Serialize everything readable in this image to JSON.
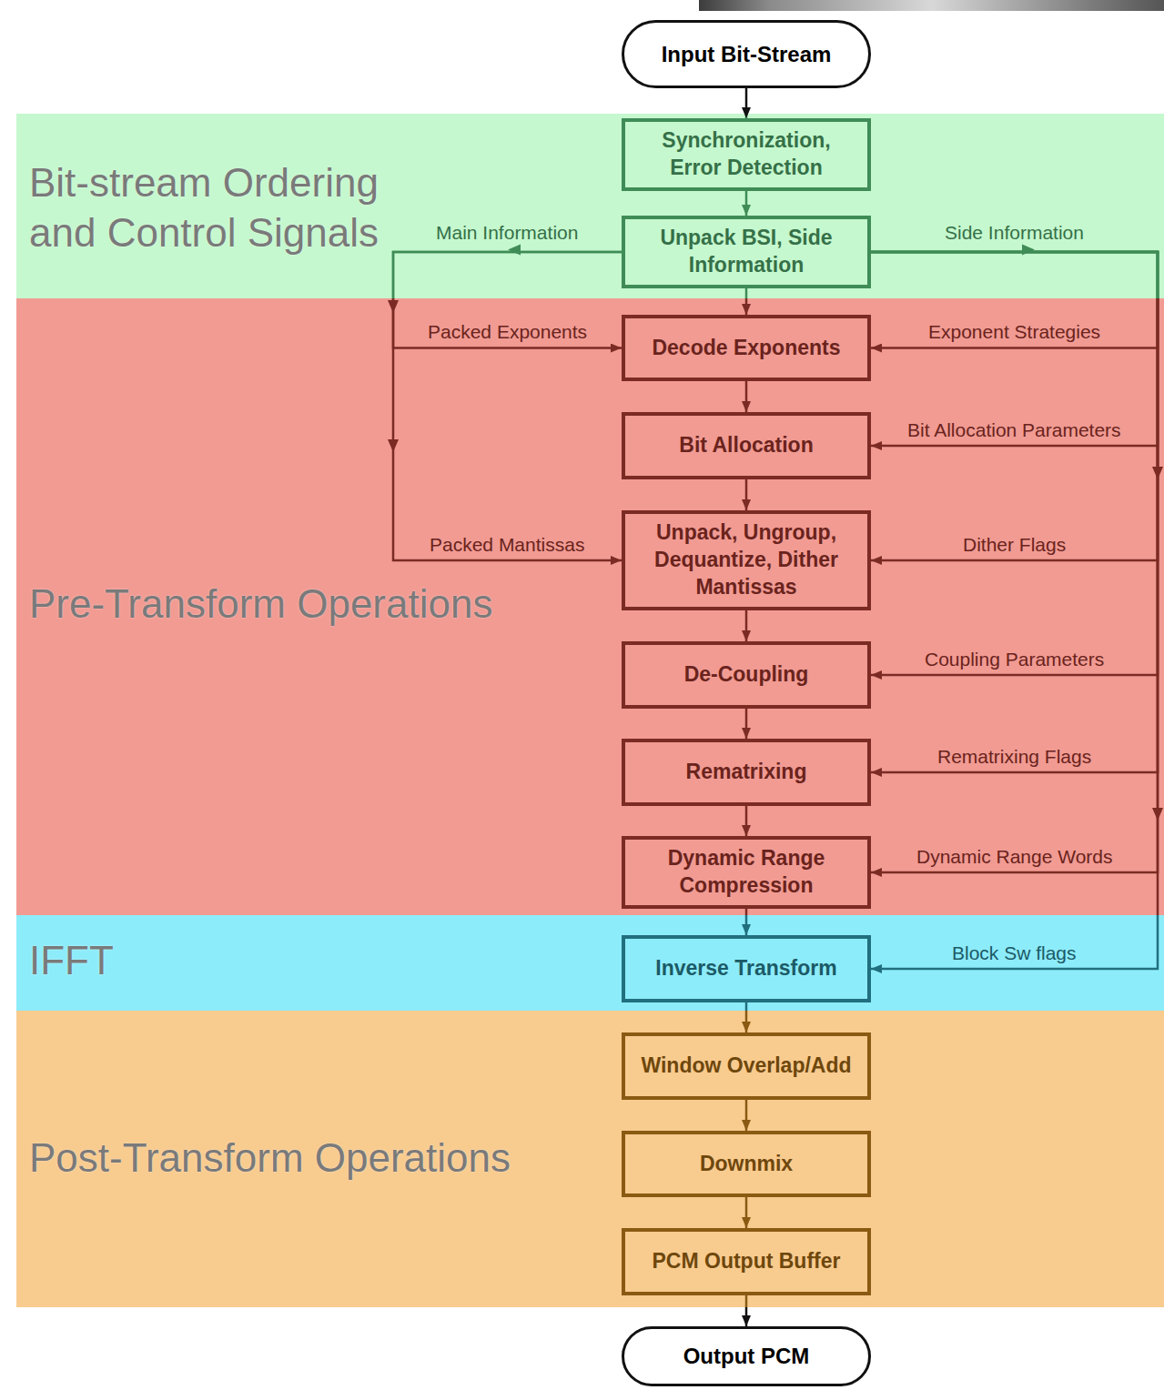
{
  "diagram": {
    "nodes": [
      {
        "text": [
          "Input Bit-Stream"
        ]
      },
      {
        "text": [
          "Bit-stream Ordering and Control Signals"
        ]
      },
      {
        "text": [
          "Synchronization, Error Detection"
        ],
        "in": 1
      },
      {
        "text": [
          "Unpack BSI, Side Information"
        ],
        "in": 1
      },
      {
        "text": [
          "Pre-Transform Operations"
        ]
      },
      {
        "text": [
          "Decode Exponents"
        ],
        "in": 4
      },
      {
        "text": [
          "Bit Allocation"
        ],
        "in": 4
      },
      {
        "text": [
          "Unpack, Ungroup, Dequantize, Dither Mantissas"
        ],
        "in": 4
      },
      {
        "text": [
          "De-Coupling"
        ],
        "in": 4
      },
      {
        "text": [
          "Rematrixing"
        ],
        "in": 4
      },
      {
        "text": [
          "Dynamic Range Compression"
        ],
        "in": 4
      },
      {
        "text": [
          "IFFT"
        ]
      },
      {
        "text": [
          "Inverse Transform"
        ],
        "in": 11
      },
      {
        "text": [
          "Post-Transform Operations"
        ]
      },
      {
        "text": [
          "Window Overlap/Add"
        ],
        "in": 13
      },
      {
        "text": [
          "Downmix"
        ],
        "in": 13
      },
      {
        "text": [
          "PCM Output Buffer"
        ],
        "in": 13
      },
      {
        "text": [
          "Output PCM"
        ]
      }
    ],
    "edges": [
      {
        "from": 0,
        "to": 2,
        "arrow": "to"
      },
      {
        "from": 2,
        "to": 3,
        "arrow": "to"
      },
      {
        "from": 3,
        "to": 5,
        "arrow": "to"
      },
      {
        "from": 5,
        "to": 6,
        "arrow": "to"
      },
      {
        "from": 6,
        "to": 7,
        "arrow": "to"
      },
      {
        "from": 7,
        "to": 8,
        "arrow": "to"
      },
      {
        "from": 8,
        "to": 9,
        "arrow": "to"
      },
      {
        "from": 9,
        "to": 10,
        "arrow": "to"
      },
      {
        "from": 10,
        "to": 12,
        "arrow": "to"
      },
      {
        "from": 12,
        "to": 14,
        "arrow": "to"
      },
      {
        "from": 14,
        "to": 15,
        "arrow": "to"
      },
      {
        "from": 15,
        "to": 16,
        "arrow": "to"
      },
      {
        "from": 16,
        "to": 17,
        "arrow": "to"
      },
      {
        "from": 3,
        "to": 5,
        "label": "Packed Exponents",
        "arrow": "to"
      },
      {
        "from": 3,
        "to": 7,
        "label": "Packed Mantissas",
        "arrow": "to"
      },
      {
        "from": 3,
        "to": 5,
        "label": "Exponent Strategies",
        "arrow": "to"
      },
      {
        "from": 3,
        "to": 6,
        "label": "Bit Allocation Parameters",
        "arrow": "to"
      },
      {
        "from": 3,
        "to": 7,
        "label": "Dither Flags",
        "arrow": "to"
      },
      {
        "from": 3,
        "to": 8,
        "label": "Coupling Parameters",
        "arrow": "to"
      },
      {
        "from": 3,
        "to": 9,
        "label": "Rematrixing Flags",
        "arrow": "to"
      },
      {
        "from": 3,
        "to": 10,
        "label": "Dynamic Range Words",
        "arrow": "to"
      },
      {
        "from": 3,
        "to": 12,
        "label": "Block Sw flags",
        "arrow": "to"
      }
    ],
    "labels": [
      "Main Information",
      "Side Information"
    ]
  }
}
